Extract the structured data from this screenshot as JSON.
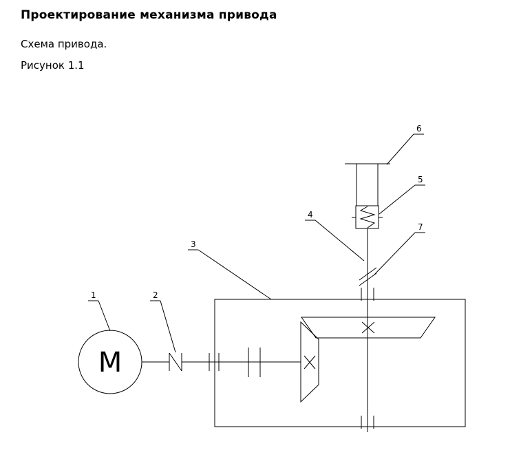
{
  "page": {
    "title": "Проектирование механизма привода",
    "subtitle": "Схема привода.",
    "figure_caption": "Рисунок 1.1"
  },
  "diagram": {
    "motor_letter": "М",
    "part_labels": [
      "1",
      "2",
      "3",
      "4",
      "5",
      "6",
      "7"
    ],
    "colors": {
      "background": "#ffffff",
      "line": "#000000",
      "text": "#000000"
    }
  }
}
